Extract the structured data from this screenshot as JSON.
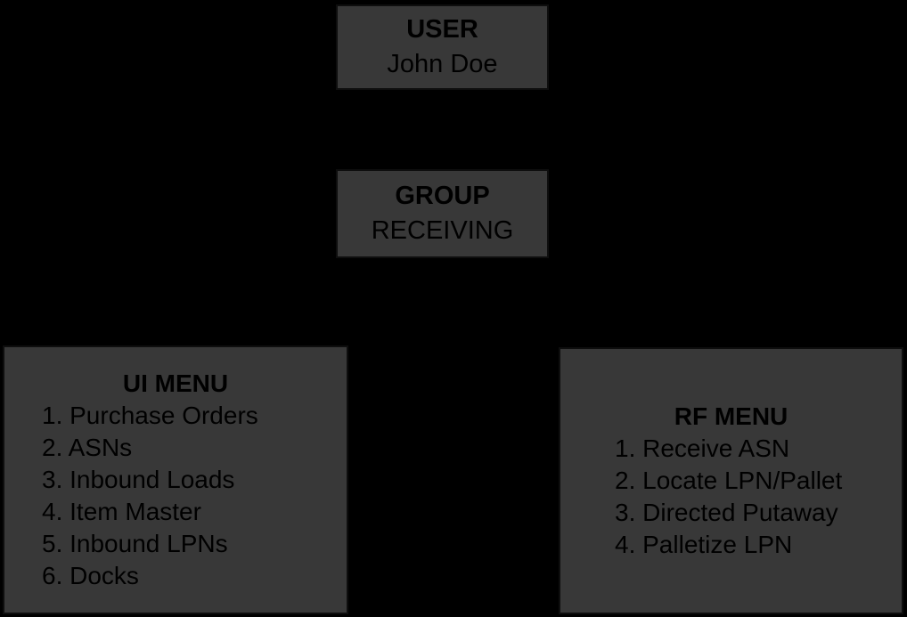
{
  "diagram": {
    "background_color": "#000000",
    "box_fill_color": "#383838",
    "box_border_color": "#0e0e0e",
    "text_color": "#000000",
    "nodes": {
      "user": {
        "title": "USER",
        "value": "John Doe"
      },
      "group": {
        "title": "GROUP",
        "value": "RECEIVING"
      },
      "ui_menu": {
        "title": "UI MENU",
        "items": [
          "1. Purchase Orders",
          "2. ASNs",
          "3. Inbound Loads",
          "4. Item Master",
          "5. Inbound LPNs",
          "6. Docks"
        ]
      },
      "rf_menu": {
        "title": "RF MENU",
        "items": [
          "1. Receive ASN",
          "2. Locate LPN/Pallet",
          "3. Directed Putaway",
          "4. Palletize LPN"
        ]
      }
    }
  }
}
